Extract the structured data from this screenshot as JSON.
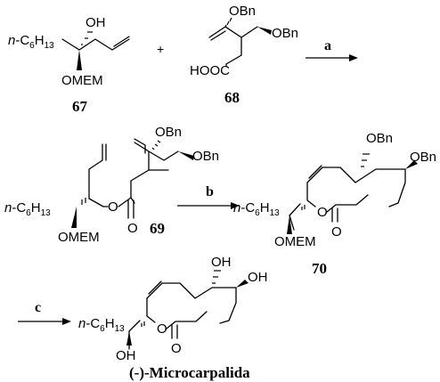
{
  "labels": {
    "c6h13": "n-C6H13",
    "oh": "OH",
    "omem": "OMEM",
    "obn": "OBn",
    "obn_cut": "OBn",
    "hooc": "HOOC",
    "o": "O",
    "ho": "OH"
  },
  "compounds": {
    "c67": "67",
    "c68": "68",
    "c69": "69",
    "c70": "70",
    "product": "(-)-Microcarpalida"
  },
  "steps": {
    "a": "a",
    "b": "b",
    "c": "c"
  },
  "plus": "+"
}
